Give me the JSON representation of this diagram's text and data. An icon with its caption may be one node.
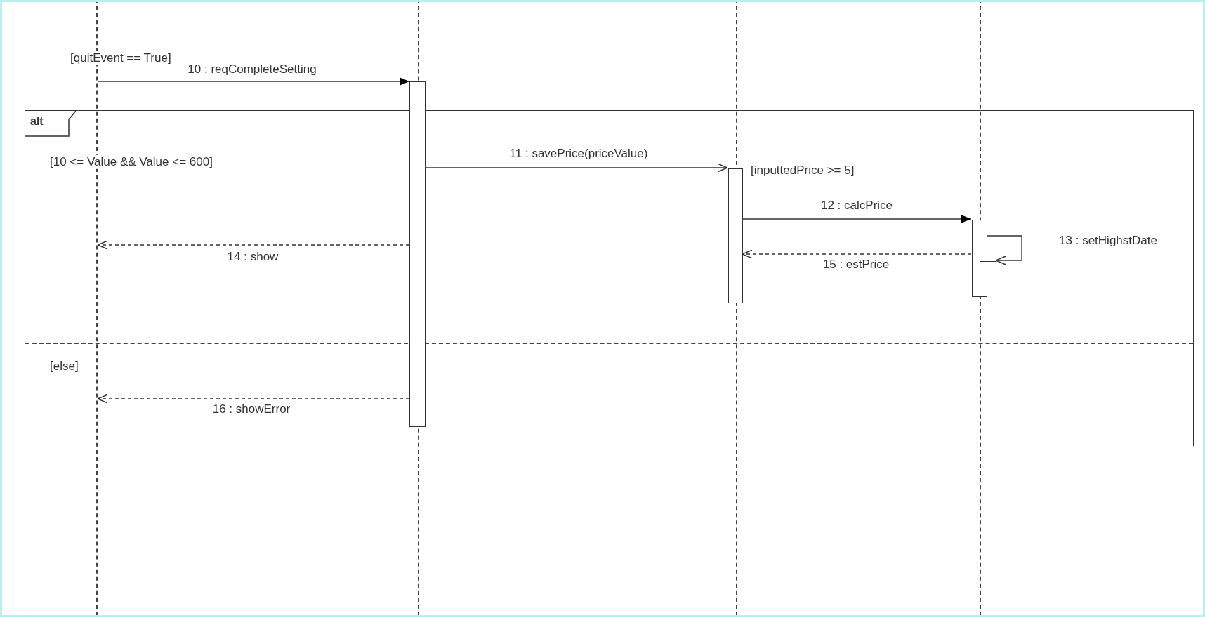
{
  "diagram": {
    "nodes": [
      {
        "text": [
          "alt"
        ]
      },
      {
        "text": [],
        "shape": "line"
      },
      {
        "text": [],
        "shape": "line"
      },
      {
        "text": [],
        "shape": "line"
      },
      {
        "text": [],
        "shape": "line"
      },
      {
        "text": [],
        "shape": "bar"
      },
      {
        "text": [],
        "shape": "bar",
        "in": 0
      },
      {
        "text": [],
        "shape": "bar",
        "in": 0
      },
      {
        "text": [],
        "shape": "bar",
        "in": 0
      }
    ],
    "edges": [
      {
        "from": 1,
        "to": 5,
        "arrow": "to",
        "label": "10 : reqCompleteSetting"
      },
      {
        "from": 5,
        "to": 6,
        "arrow": "to",
        "label": "11 : savePrice(priceValue)"
      },
      {
        "from": 6,
        "to": 7,
        "arrow": "to",
        "label": "12 : calcPrice"
      },
      {
        "from": 7,
        "to": 8,
        "arrow": "to",
        "label": "13 : setHighstDate"
      },
      {
        "from": 5,
        "to": 1,
        "arrow": "to",
        "label": "14 : show",
        "style": "dashed"
      },
      {
        "from": 7,
        "to": 6,
        "arrow": "to",
        "label": "15 : estPrice",
        "style": "dashed"
      },
      {
        "from": 5,
        "to": 1,
        "arrow": "to",
        "label": "16 : showError",
        "style": "dashed"
      }
    ],
    "labels": [
      "[quitEvent == True]",
      "[10 <= Value && Value <= 600]",
      "[inputtedPrice >= 5]",
      "[else]"
    ]
  }
}
